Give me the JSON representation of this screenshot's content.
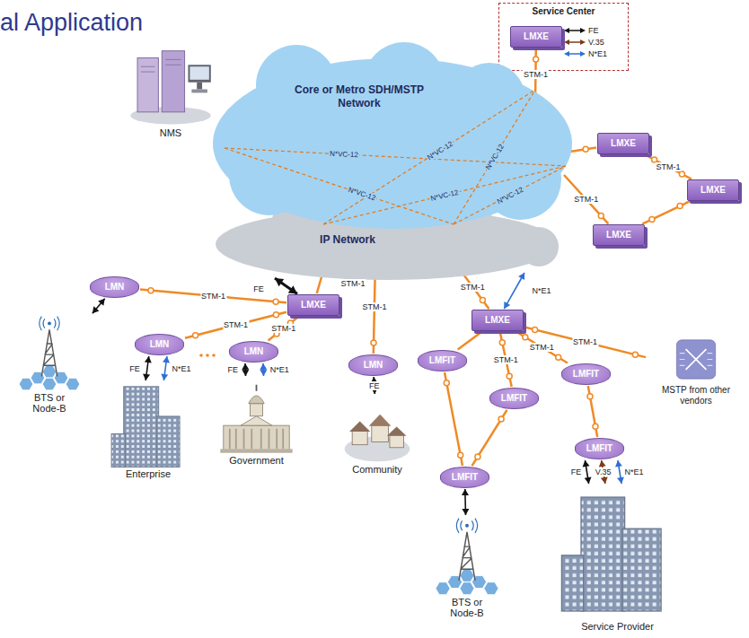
{
  "diagram": {
    "title": "al Application",
    "nodes": [
      {
        "text": [
          "Service Center"
        ]
      },
      {
        "text": [
          "LMXE"
        ],
        "in": 0
      },
      {
        "text": [
          "Core or Metro SDH/MSTP Network"
        ]
      },
      {
        "text": [
          "IP Network"
        ]
      },
      {
        "text": [
          "NMS"
        ]
      },
      {
        "text": [
          "LMXE"
        ]
      },
      {
        "text": [
          "LMXE"
        ]
      },
      {
        "text": [
          "LMXE"
        ]
      },
      {
        "text": [
          "LMXE"
        ]
      },
      {
        "text": [
          "LMN"
        ]
      },
      {
        "text": [
          "LMXE"
        ]
      },
      {
        "text": [
          "LMN"
        ]
      },
      {
        "text": [
          "LMN"
        ]
      },
      {
        "text": [
          "LMN"
        ]
      },
      {
        "text": [
          "LMFIT"
        ]
      },
      {
        "text": [
          "LMFIT"
        ]
      },
      {
        "text": [
          "LMFIT"
        ]
      },
      {
        "text": [
          "MSTP from other vendors"
        ]
      },
      {
        "text": [
          "BTS or Node-B"
        ]
      },
      {
        "text": [
          "Enterprise"
        ]
      },
      {
        "text": [
          "Government"
        ]
      },
      {
        "text": [
          "Community"
        ]
      },
      {
        "text": [
          "LMFIT"
        ]
      },
      {
        "text": [
          "LMFIT"
        ]
      },
      {
        "text": [
          "BTS or Node-B"
        ]
      },
      {
        "text": [
          "Service Provider"
        ]
      }
    ],
    "edges": [
      {
        "from": 1,
        "to": 2,
        "arrow": "none",
        "label": "STM-1"
      },
      {
        "from": 5,
        "to": 6,
        "arrow": "none",
        "label": "STM-1"
      },
      {
        "from": 6,
        "to": 7,
        "arrow": "none"
      },
      {
        "from": 7,
        "to": 2,
        "arrow": "none",
        "label": "STM-1"
      },
      {
        "from": 5,
        "to": 2,
        "arrow": "none"
      },
      {
        "from": 8,
        "to": 3,
        "arrow": "none",
        "label": "STM-1"
      },
      {
        "from": 8,
        "to": 3,
        "arrow": "both",
        "label": "FE"
      },
      {
        "from": 8,
        "to": 9,
        "arrow": "none",
        "label": "STM-1"
      },
      {
        "from": 8,
        "to": 11,
        "arrow": "none",
        "label": "STM-1"
      },
      {
        "from": 8,
        "to": 12,
        "arrow": "none",
        "label": "STM-1"
      },
      {
        "from": 9,
        "to": 18,
        "arrow": "both"
      },
      {
        "from": 11,
        "to": 19,
        "arrow": "both",
        "label": "FE"
      },
      {
        "from": 11,
        "to": 19,
        "arrow": "both",
        "label": "N*E1"
      },
      {
        "from": 12,
        "to": 20,
        "arrow": "both",
        "label": "FE"
      },
      {
        "from": 12,
        "to": 20,
        "arrow": "both",
        "label": "N*E1"
      },
      {
        "from": 13,
        "to": 3,
        "arrow": "none",
        "label": "STM-1"
      },
      {
        "from": 13,
        "to": 21,
        "arrow": "both",
        "label": "FE"
      },
      {
        "from": 10,
        "to": 2,
        "arrow": "none",
        "label": "STM-1"
      },
      {
        "from": 10,
        "to": 2,
        "arrow": "both",
        "label": "N*E1"
      },
      {
        "from": 10,
        "to": 14,
        "arrow": "none"
      },
      {
        "from": 10,
        "to": 15,
        "arrow": "none",
        "label": "STM-1"
      },
      {
        "from": 14,
        "to": 22,
        "arrow": "none"
      },
      {
        "from": 15,
        "to": 22,
        "arrow": "none"
      },
      {
        "from": 10,
        "to": 16,
        "arrow": "none",
        "label": "STM-1"
      },
      {
        "from": 10,
        "to": 17,
        "arrow": "none",
        "label": "STM-1"
      },
      {
        "from": 16,
        "to": 23,
        "arrow": "none"
      },
      {
        "from": 22,
        "to": 24,
        "arrow": "both"
      },
      {
        "from": 23,
        "to": 25,
        "arrow": "both",
        "label": "FE"
      },
      {
        "from": 23,
        "to": 25,
        "arrow": "both",
        "label": "V.35"
      },
      {
        "from": 23,
        "to": 25,
        "arrow": "both",
        "label": "N*E1"
      }
    ],
    "labels": [
      "FE",
      "V.35",
      "N*E1",
      "N*VC-12",
      "N*VC-12",
      "N*VC-12",
      "N*VC-12",
      "N*VC-12",
      "N*VC-12"
    ]
  }
}
